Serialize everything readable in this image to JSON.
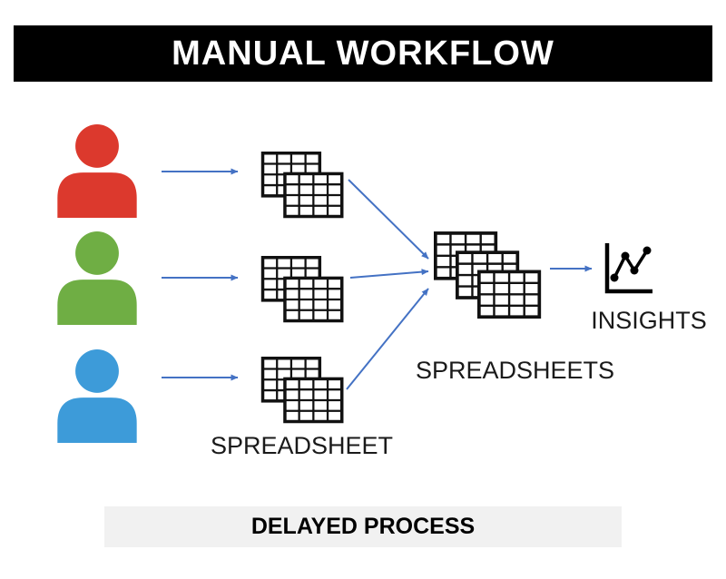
{
  "title": "MANUAL WORKFLOW",
  "labels": {
    "spreadsheet": "SPREADSHEET",
    "spreadsheets": "SPREADSHEETS",
    "insights": "INSIGHTS",
    "footer": "DELAYED PROCESS"
  },
  "colors": {
    "title_bg": "#000000",
    "title_text": "#FFFFFF",
    "person_red": "#DC392D",
    "person_green": "#6FAE44",
    "person_blue": "#3D9BD9",
    "arrow_blue": "#4472C4",
    "grid_black": "#111111",
    "footer_bg": "#F1F1F1",
    "label_text": "#1A1A1A",
    "page_bg": "#FFFFFF"
  },
  "icons": {
    "persons": [
      "person-red-icon",
      "person-green-icon",
      "person-blue-icon"
    ],
    "spreadsheet_stack": "spreadsheet-stack-icon",
    "insights_chart": "line-chart-icon",
    "arrows": "flow-arrow-icon"
  }
}
